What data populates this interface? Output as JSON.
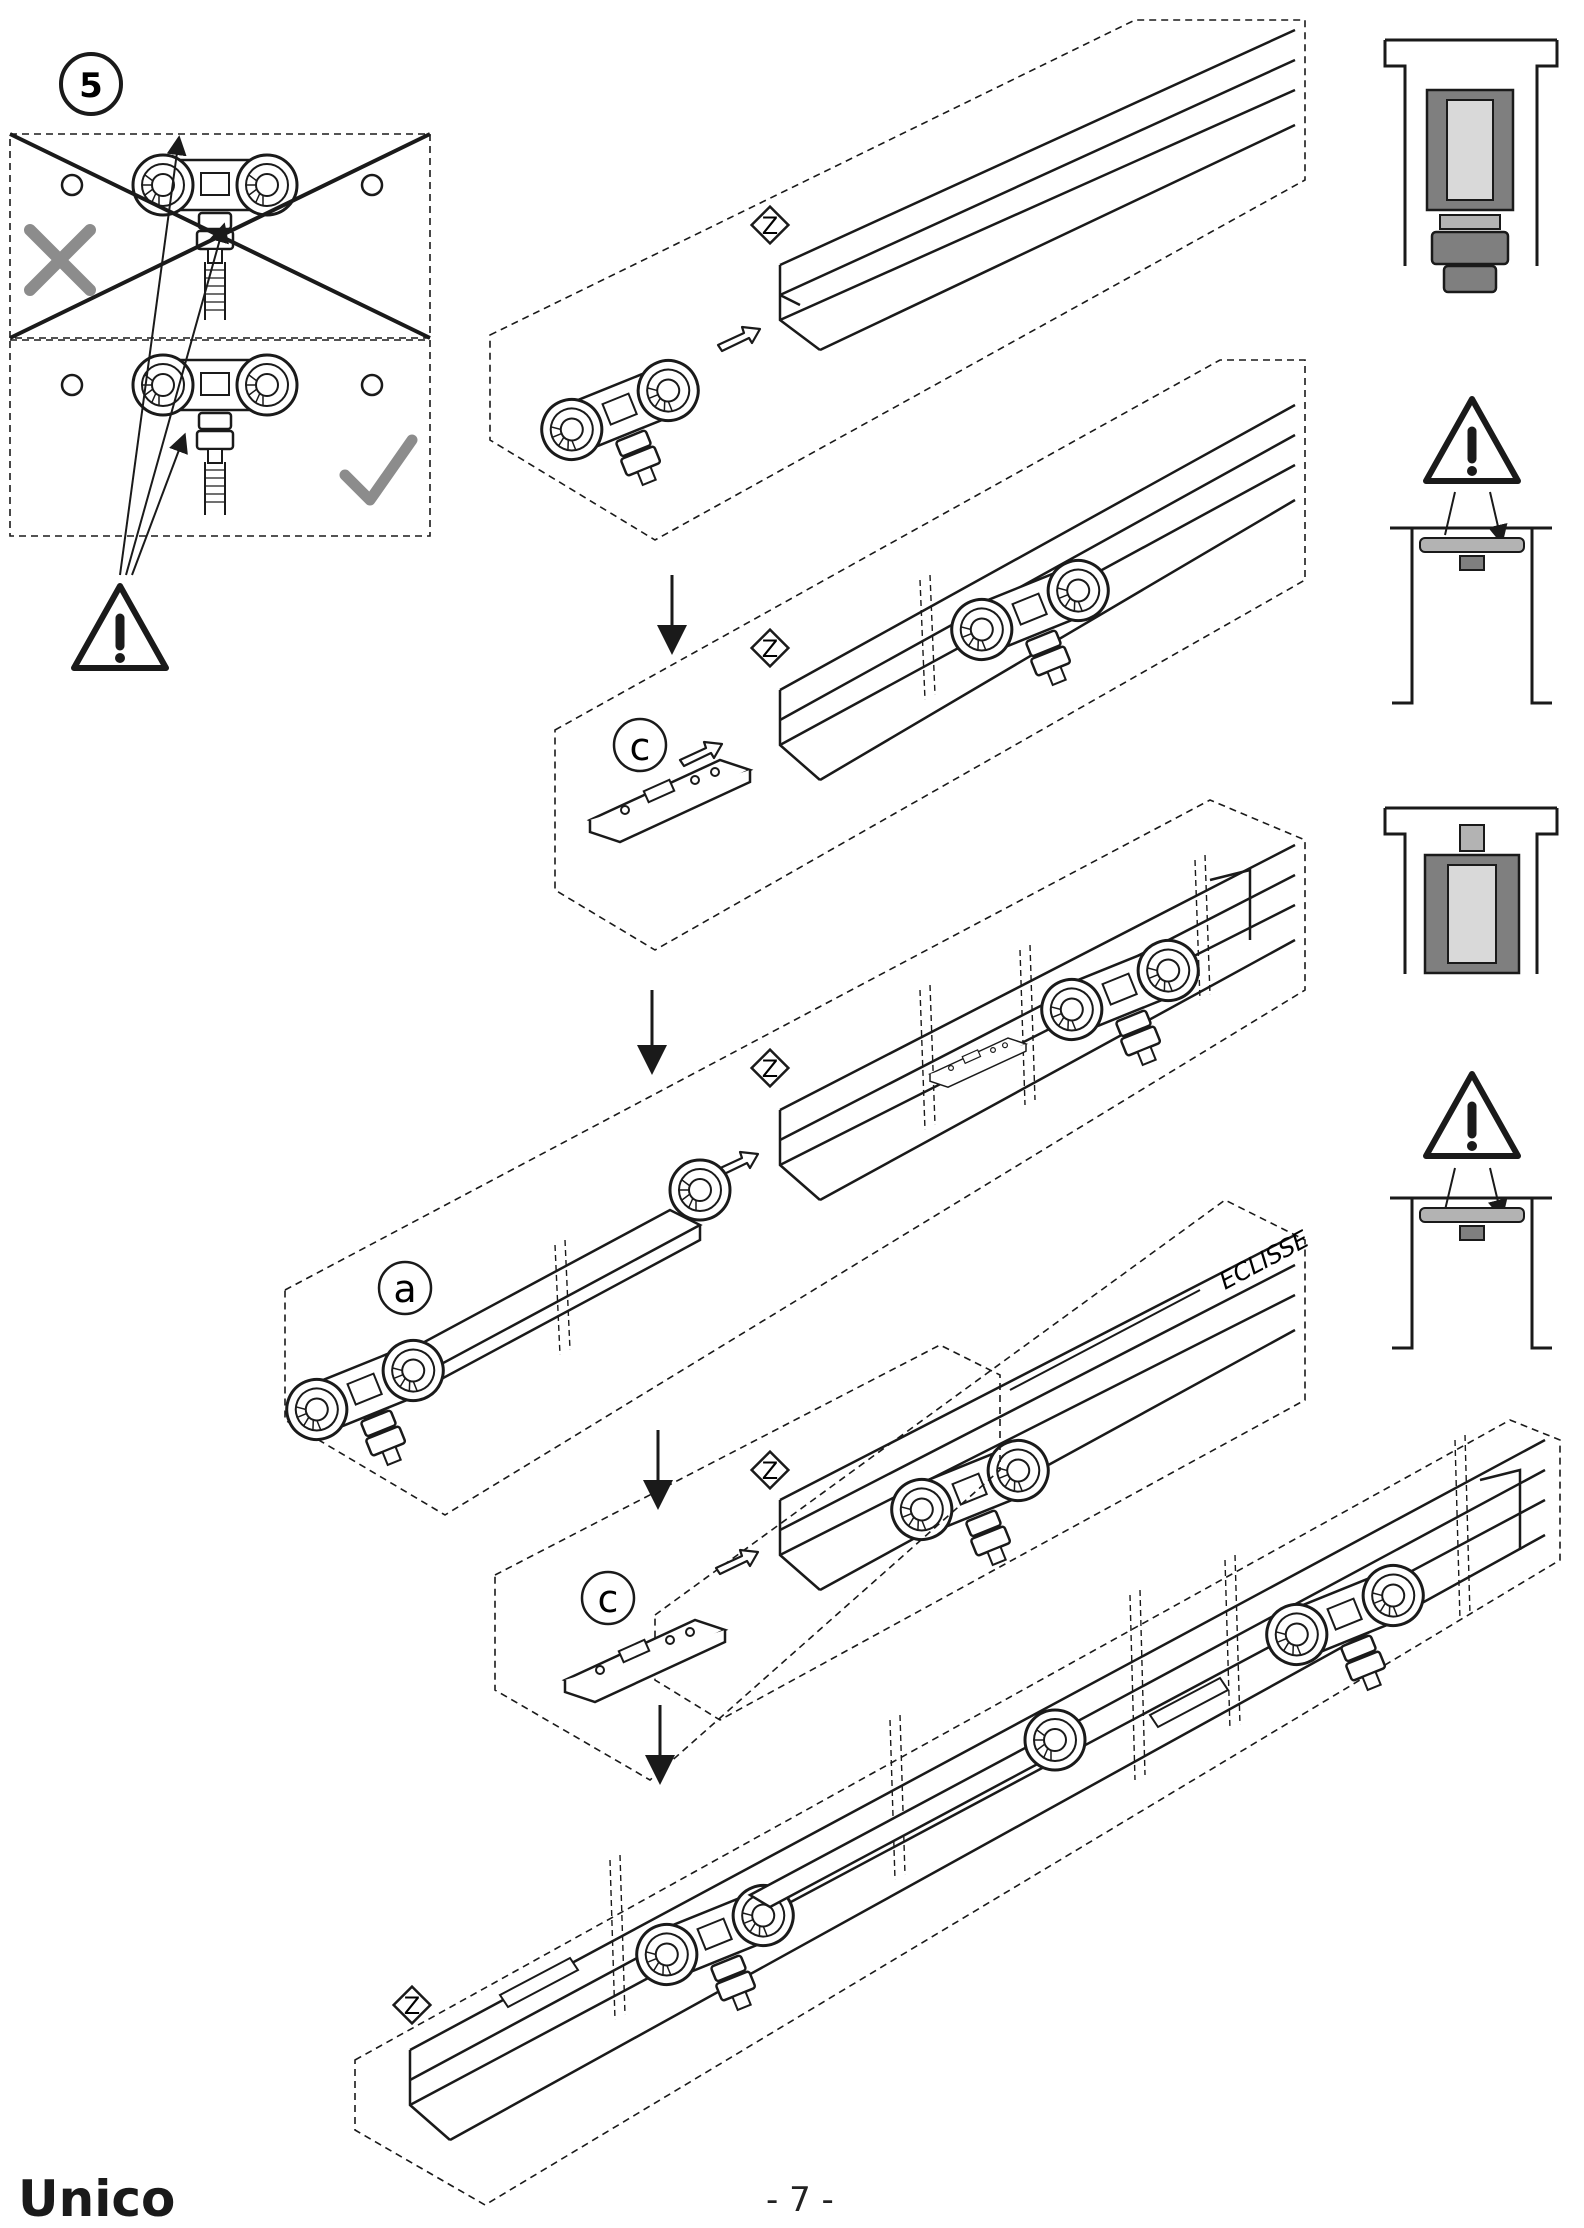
{
  "page": {
    "brand": "Unico",
    "page_number": "- 7 -"
  },
  "step": {
    "number": "5"
  },
  "labels": {
    "z": "Z",
    "c": "c",
    "a": "a",
    "logo": "ECLISSE"
  },
  "colors": {
    "ink": "#1a1a1a",
    "panel_gray": "#7f7f7f",
    "light_gray": "#d9d9d9",
    "mid_gray": "#b3b3b3",
    "wrong_mark": "#8c8c8c",
    "right_mark": "#8c8c8c"
  },
  "icons": [
    "warning-triangle-icon",
    "wrong-x-icon",
    "right-check-icon",
    "arrow-down-icon",
    "insert-arrow-icon"
  ]
}
